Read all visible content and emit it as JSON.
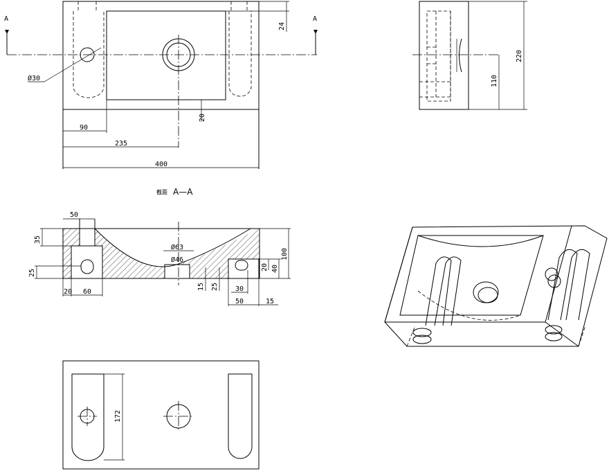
{
  "top_view": {
    "section_mark_left": "A",
    "section_mark_right": "A",
    "dims": {
      "dia_30": "Ø30",
      "d24": "24",
      "d20": "20",
      "d90": "90",
      "d235": "235",
      "d400": "400"
    }
  },
  "side_view": {
    "dims": {
      "d220": "220",
      "d110": "110"
    }
  },
  "section": {
    "title_prefix": "截面",
    "title": "A—A",
    "dims": {
      "d50_top": "50",
      "d35": "35",
      "d25_left": "25",
      "d20": "20",
      "d60": "60",
      "dia_63": "Ø63",
      "dia_46": "Ø46",
      "d15_mid": "15",
      "d25_mid": "25",
      "d30": "30",
      "d50_bot": "50",
      "d15_right": "15",
      "d20_right": "20",
      "d40": "40",
      "d100": "100"
    }
  },
  "bottom_view": {
    "dims": {
      "d172": "172"
    }
  }
}
